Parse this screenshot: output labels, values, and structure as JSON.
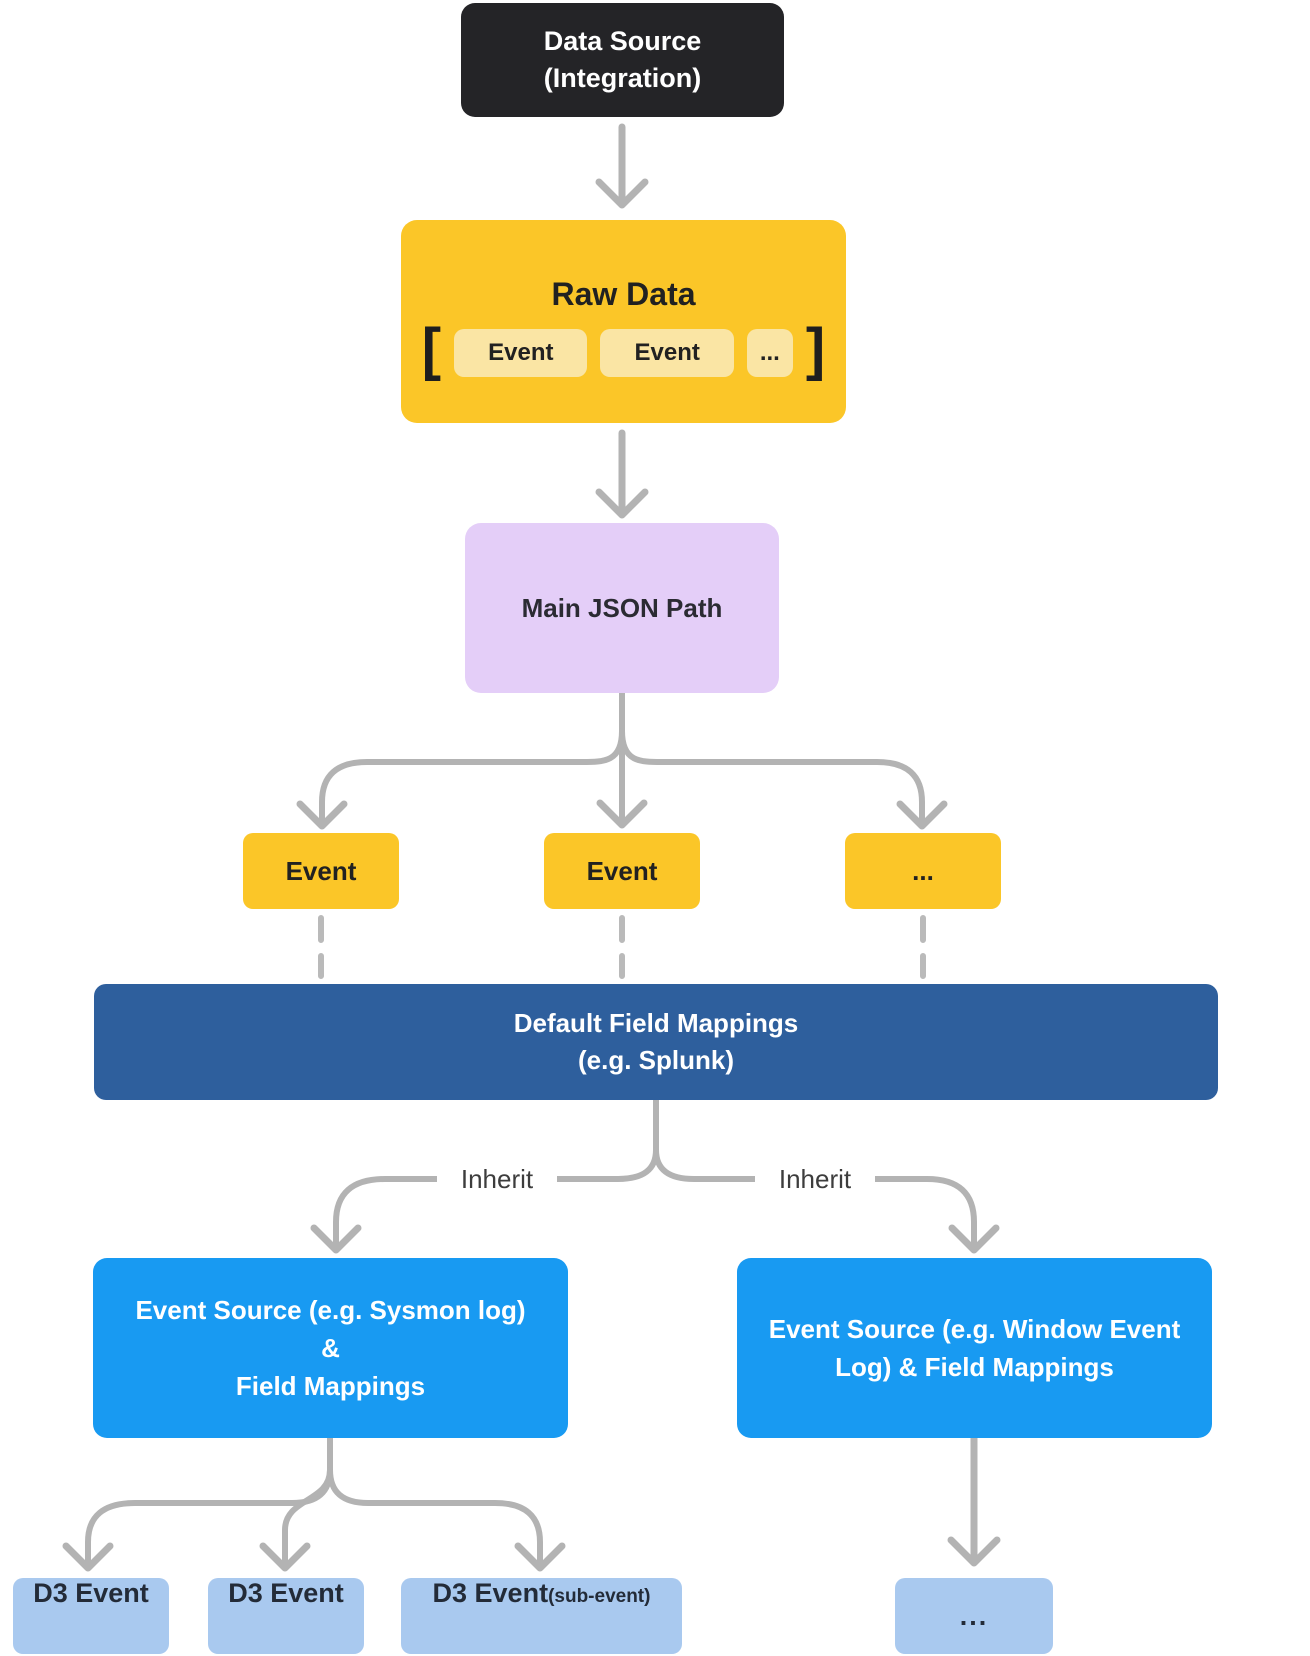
{
  "colors": {
    "c-blackbox": "#242427",
    "c-yellow": "#FBC628",
    "c-chip": "#FAE5A4",
    "c-purple": "#E4CEF8",
    "c-darkblue": "#2E5F9D",
    "c-blue": "#189AF2",
    "c-lightblue": "#A9C9EF",
    "c-arrow": "#B3B3B3",
    "c-dash": "#BABABA",
    "c-ink": "#212121",
    "c-ink2": "#232B38",
    "c-inherit": "#3D3D3D"
  },
  "nodes": {
    "data_source": {
      "line1": "Data Source",
      "line2": "(Integration)"
    },
    "raw_data": {
      "title": "Raw Data",
      "bracket_open": "[",
      "bracket_close": "]",
      "chips": [
        "Event",
        "Event",
        "..."
      ]
    },
    "main_json_path": {
      "label": "Main JSON Path"
    },
    "events": [
      "Event",
      "Event",
      "..."
    ],
    "default_mappings": {
      "line1": "Default Field Mappings",
      "line2": "(e.g. Splunk)"
    },
    "inherit": {
      "left": "Inherit",
      "right": "Inherit"
    },
    "event_source_left": {
      "line1": "Event Source (e.g. Sysmon log) &",
      "line2": "Field Mappings"
    },
    "event_source_right": {
      "line1": "Event Source (e.g. Window Event",
      "line2": "Log) & Field Mappings"
    },
    "d3_events": [
      {
        "label": "D3 Event",
        "suffix": ""
      },
      {
        "label": "D3 Event",
        "suffix": ""
      },
      {
        "label": "D3 Event",
        "suffix": "(sub-event)"
      }
    ],
    "ellipsis": "..."
  }
}
